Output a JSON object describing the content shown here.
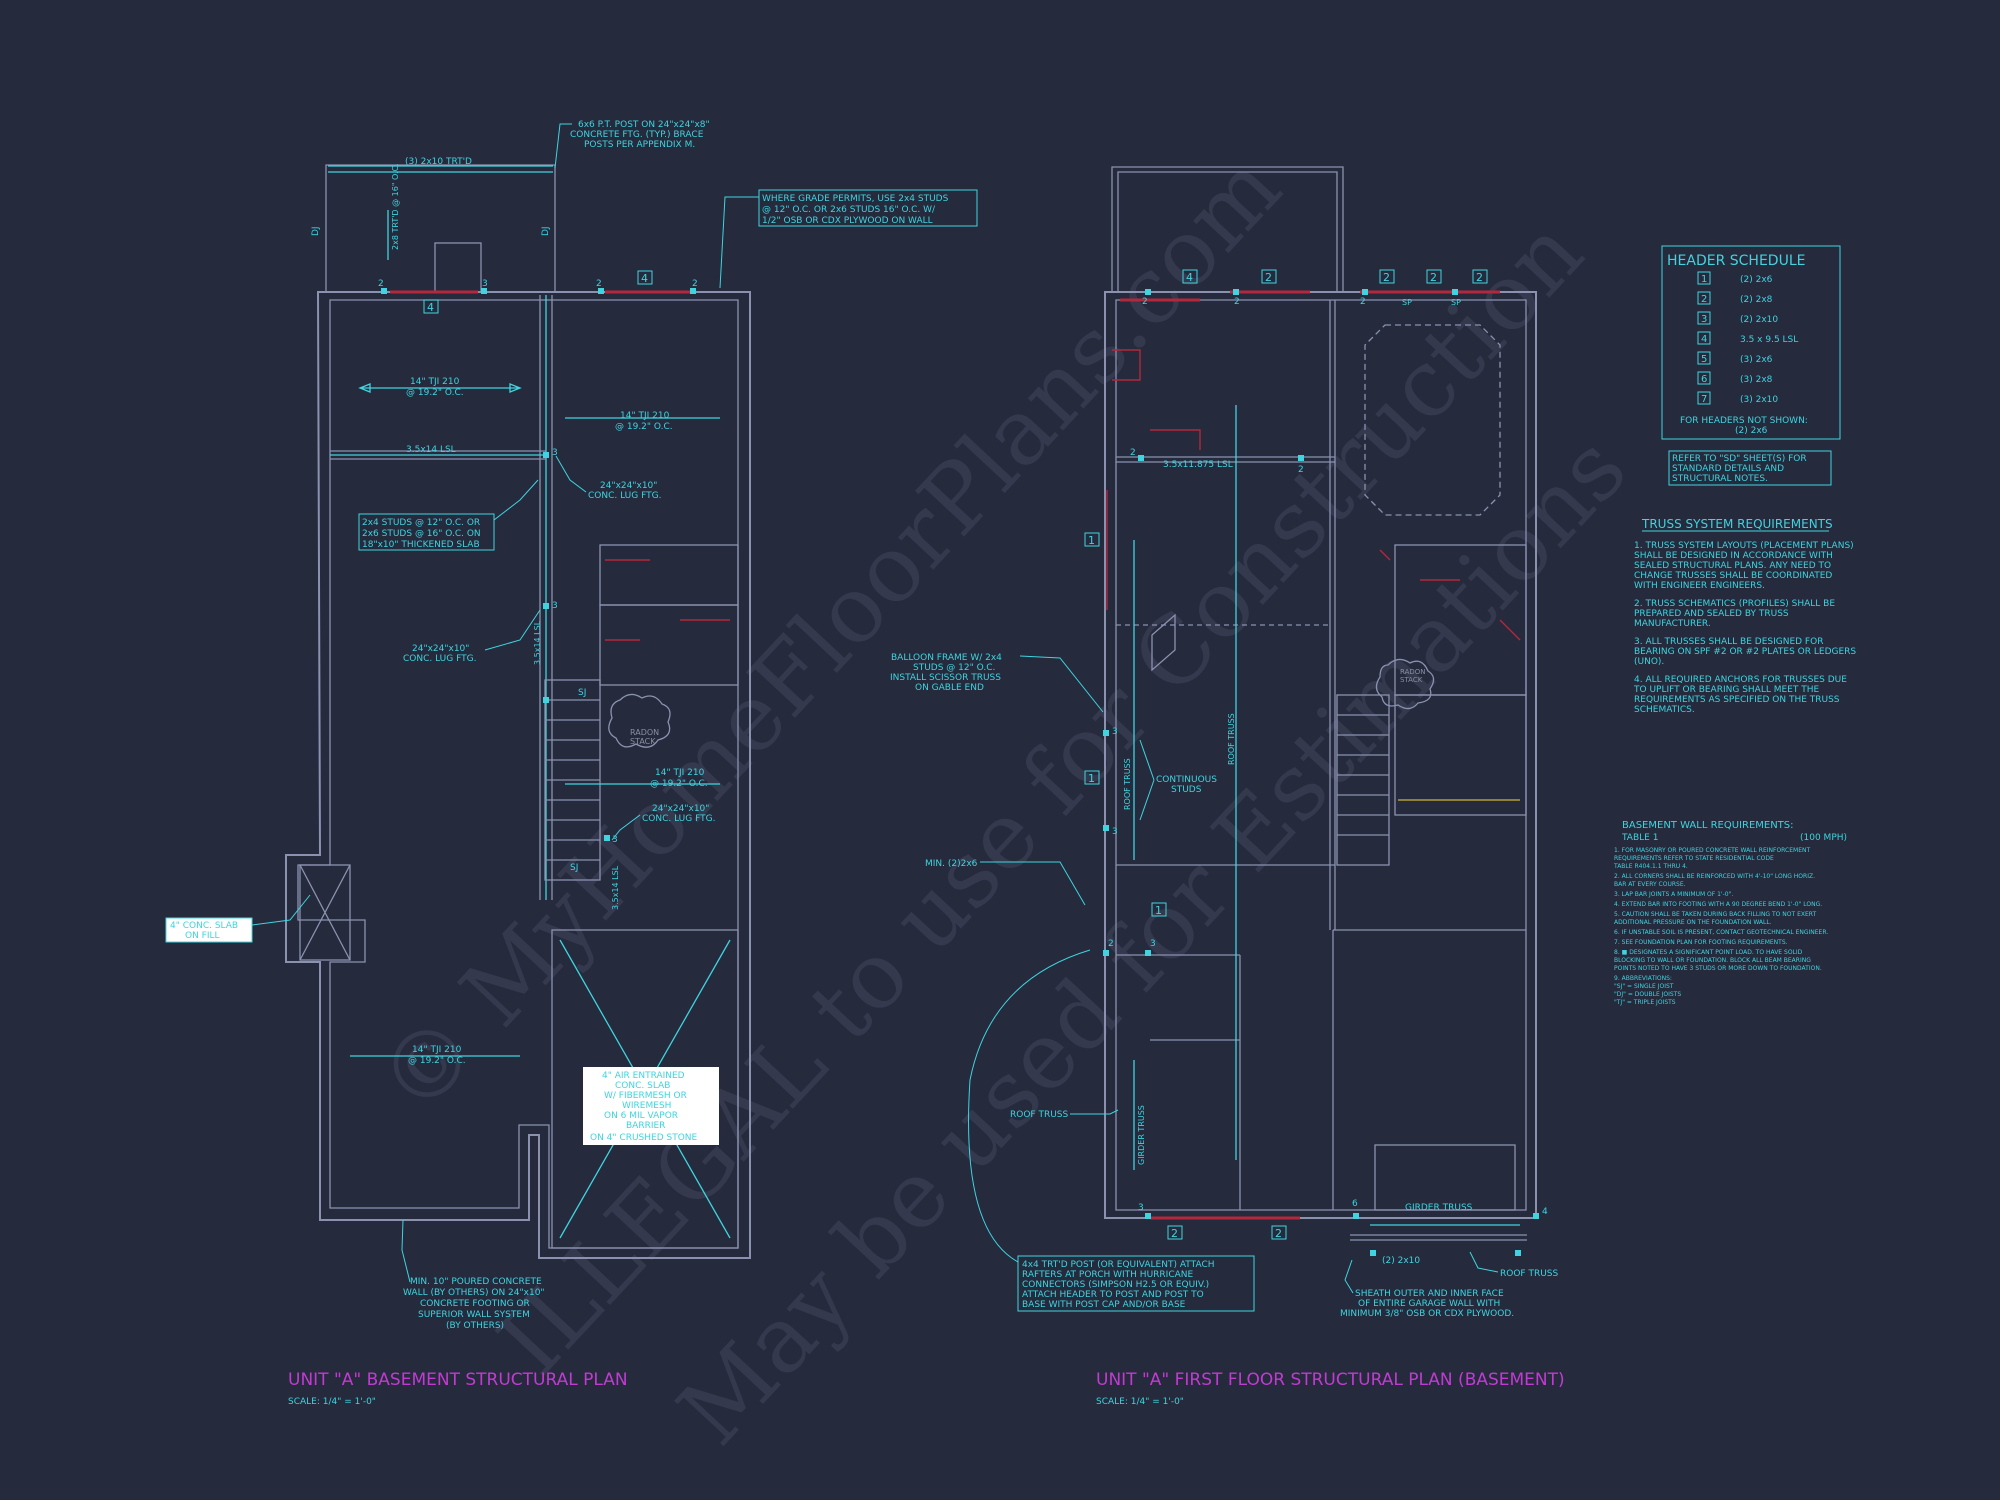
{
  "watermark": {
    "line1": "© MyHomeFloorPlans.com",
    "line2": "ILLEGAL to use for Construction",
    "line3": "May be used for Estimations"
  },
  "basement": {
    "title": "UNIT \"A\" BASEMENT STRUCTURAL PLAN",
    "scale": "SCALE: 1/4\" = 1'-0\"",
    "notes": {
      "post": [
        "6x6 P.T. POST ON 24\"x24\"x8\"",
        "CONCRETE FTG. (TYP.) BRACE",
        "POSTS PER APPENDIX M."
      ],
      "top_header": "(3) 2x10 TRT'D",
      "grade": [
        "WHERE GRADE PERMITS, USE 2x4 STUDS",
        "@ 12\" O.C. OR 2x6 STUDS 16\" O.C. W/",
        "1/2\" OSB OR CDX PLYWOOD ON WALL"
      ],
      "tji_1": [
        "14\" TJI 210",
        "@ 19.2\" O.C."
      ],
      "tji_2": [
        "14\" TJI 210",
        "@ 19.2\" O.C."
      ],
      "lsl_1": "3.5x14 LSL",
      "lug_1": [
        "24\"x24\"x10\"",
        "CONC. LUG FTG."
      ],
      "studs": [
        "2x4 STUDS @ 12\" O.C. OR",
        "2x6 STUDS @ 16\" O.C. ON",
        "18\"x10\" THICKENED SLAB"
      ],
      "lug_2": [
        "24\"x24\"x10\"",
        "CONC. LUG FTG."
      ],
      "lsl_2": "3.5x14 LSL",
      "radon": [
        "RADON",
        "STACK"
      ],
      "tji_3": [
        "14\" TJI 210",
        "@ 19.2\" O.C."
      ],
      "lug_3": [
        "24\"x24\"x10\"",
        "CONC. LUG FTG."
      ],
      "lsl_3": "3.5x14 LSL",
      "slab": [
        "4\" CONC. SLAB",
        "ON FILL"
      ],
      "tji_4": [
        "14\" TJI 210",
        "@ 19.2\" O.C."
      ],
      "air": [
        "4\" AIR ENTRAINED",
        "CONC. SLAB",
        "W/ FIBERMESH OR",
        "WIREMESH",
        "ON 6 MIL VAPOR",
        "BARRIER",
        "ON 4\" CRUSHED STONE"
      ],
      "wall": [
        "MIN. 10\" POURED CONCRETE",
        "WALL (BY OTHERS) ON 24\"x10\"",
        "CONCRETE FOOTING OR",
        "SUPERIOR WALL SYSTEM",
        "(BY OTHERS)"
      ],
      "porch_post": "2x8 TRT'D @ 16\" O.C.",
      "dj": "DJ",
      "sj": "SJ"
    }
  },
  "first_floor": {
    "title": "UNIT \"A\" FIRST FLOOR STRUCTURAL PLAN (BASEMENT)",
    "scale": "SCALE: 1/4\" = 1'-0\"",
    "notes": {
      "lsl": "3.5x11.875 LSL",
      "balloon": [
        "BALLOON FRAME W/ 2x4",
        "STUDS @ 12\" O.C.",
        "INSTALL SCISSOR TRUSS",
        "ON GABLE END"
      ],
      "continuous": [
        "CONTINUOUS",
        "STUDS"
      ],
      "roof_truss_v1": "ROOF TRUSS",
      "roof_truss_v2": "ROOF TRUSS",
      "min": "MIN. (2)2x6",
      "roof_truss_3": "ROOF TRUSS",
      "girder_v": "GIRDER TRUSS",
      "girder_h": "GIRDER TRUSS",
      "header_2x10": "(2) 2x10",
      "roof_truss_4": "ROOF TRUSS",
      "post": [
        "4x4 TRT'D POST (OR EQUIVALENT) ATTACH",
        "RAFTERS AT PORCH WITH HURRICANE",
        "CONNECTORS (SIMPSON H2.5 OR EQUIV.)",
        "ATTACH HEADER TO POST AND POST TO",
        "BASE WITH POST CAP AND/OR BASE"
      ],
      "sheath": [
        "SHEATH OUTER AND INNER FACE",
        "OF ENTIRE GARAGE WALL WITH",
        "MINIMUM 3/8\" OSB OR CDX PLYWOOD."
      ],
      "radon": [
        "RADON",
        "STACK"
      ],
      "sp": "SP"
    }
  },
  "header_schedule": {
    "title": "HEADER SCHEDULE",
    "rows": [
      {
        "num": "1",
        "spec": "(2) 2x6"
      },
      {
        "num": "2",
        "spec": "(2) 2x8"
      },
      {
        "num": "3",
        "spec": "(2) 2x10"
      },
      {
        "num": "4",
        "spec": "3.5 x 9.5 LSL"
      },
      {
        "num": "5",
        "spec": "(3) 2x6"
      },
      {
        "num": "6",
        "spec": "(3) 2x8"
      },
      {
        "num": "7",
        "spec": "(3) 2x10"
      }
    ],
    "footer": [
      "FOR HEADERS NOT SHOWN:",
      "(2) 2x6"
    ]
  },
  "refer_note": [
    "REFER TO \"SD\" SHEET(S) FOR",
    "STANDARD DETAILS AND",
    "STRUCTURAL NOTES."
  ],
  "truss": {
    "title": "TRUSS SYSTEM REQUIREMENTS",
    "items": [
      [
        "1. TRUSS SYSTEM LAYOUTS (PLACEMENT PLANS)",
        "SHALL BE DESIGNED IN ACCORDANCE WITH",
        "SEALED STRUCTURAL PLANS. ANY NEED TO",
        "CHANGE TRUSSES SHALL BE COORDINATED",
        "WITH ENGINEER ENGINEERS."
      ],
      [
        "2. TRUSS SCHEMATICS (PROFILES) SHALL BE",
        "PREPARED AND SEALED BY TRUSS",
        "MANUFACTURER."
      ],
      [
        "3. ALL TRUSSES SHALL BE DESIGNED FOR",
        "BEARING ON SPF #2 OR #2 PLATES OR LEDGERS",
        "(UNO)."
      ],
      [
        "4. ALL REQUIRED ANCHORS FOR TRUSSES DUE",
        "TO UPLIFT OR BEARING SHALL MEET THE",
        "REQUIREMENTS AS SPECIFIED ON THE TRUSS",
        "SCHEMATICS."
      ]
    ]
  },
  "basement_wall": {
    "title": "BASEMENT WALL REQUIREMENTS:",
    "table": "TABLE 1",
    "mph": "(100 MPH)",
    "items": [
      "1. FOR MASONRY OR POURED CONCRETE WALL REINFORCEMENT",
      "   REQUIREMENTS REFER TO STATE RESIDENTIAL CODE",
      "   TABLE R404.1.1 THRU 4.",
      "2. ALL CORNERS SHALL BE REINFORCED WITH 4'-10\" LONG HORIZ.",
      "   BAR AT EVERY COURSE.",
      "3. LAP BAR JOINTS A MINIMUM OF 1'-0\".",
      "4. EXTEND BAR INTO FOOTING WITH A 90 DEGREE BEND 1'-0\" LONG.",
      "5. CAUTION SHALL BE TAKEN DURING BACK FILLING TO NOT EXERT",
      "   ADDITIONAL PRESSURE ON THE FOUNDATION WALL.",
      "6. IF UNSTABLE SOIL IS PRESENT, CONTACT GEOTECHNICAL ENGINEER.",
      "7. SEE FOUNDATION PLAN FOR FOOTING REQUIREMENTS.",
      "8. ■ DESIGNATES A SIGNIFICANT POINT LOAD. TO HAVE SOLID",
      "   BLOCKING TO WALL OR FOUNDATION. BLOCK ALL BEAM BEARING",
      "   POINTS NOTED TO HAVE 3 STUDS OR MORE DOWN TO FOUNDATION.",
      "9. ABBREVIATIONS:",
      "   \"SJ\" = SINGLE JOIST",
      "   \"DJ\" = DOUBLE JOISTS",
      "   \"TJ\" = TRIPLE JOISTS"
    ]
  },
  "tags": {
    "n1": "1",
    "n2": "2",
    "n3": "3",
    "n4": "4",
    "n6": "6"
  }
}
